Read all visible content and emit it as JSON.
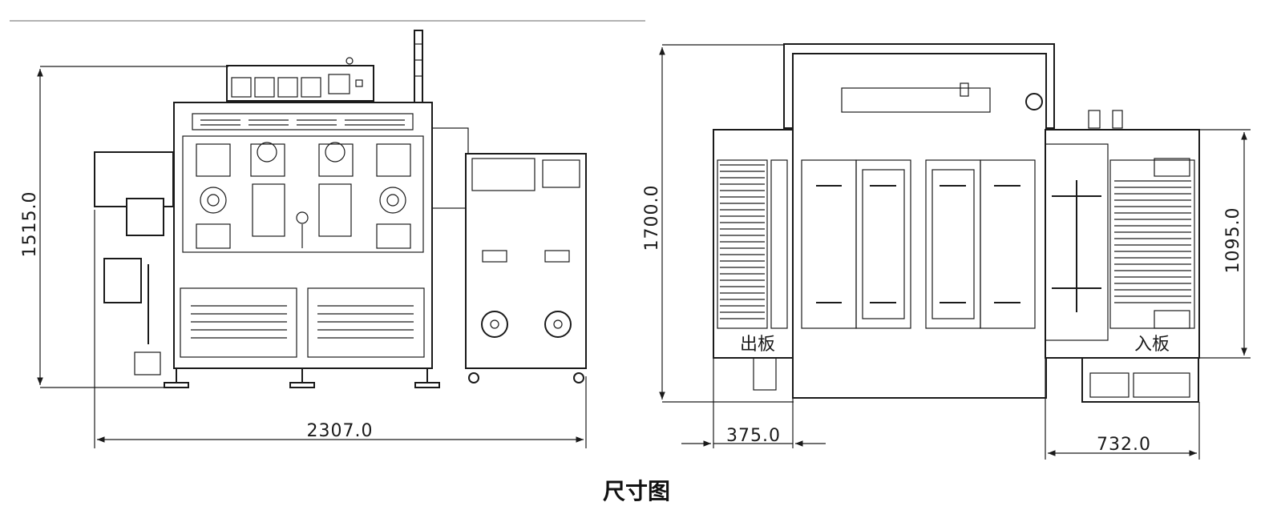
{
  "caption": "尺寸图",
  "dimensions": {
    "front_height": "1515.0",
    "front_width": "2307.0",
    "side_height": "1700.0",
    "side_inner_height": "1095.0",
    "outlet_length": "375.0",
    "inlet_length": "732.0"
  },
  "labels": {
    "outlet": "出板",
    "inlet": "入板"
  }
}
